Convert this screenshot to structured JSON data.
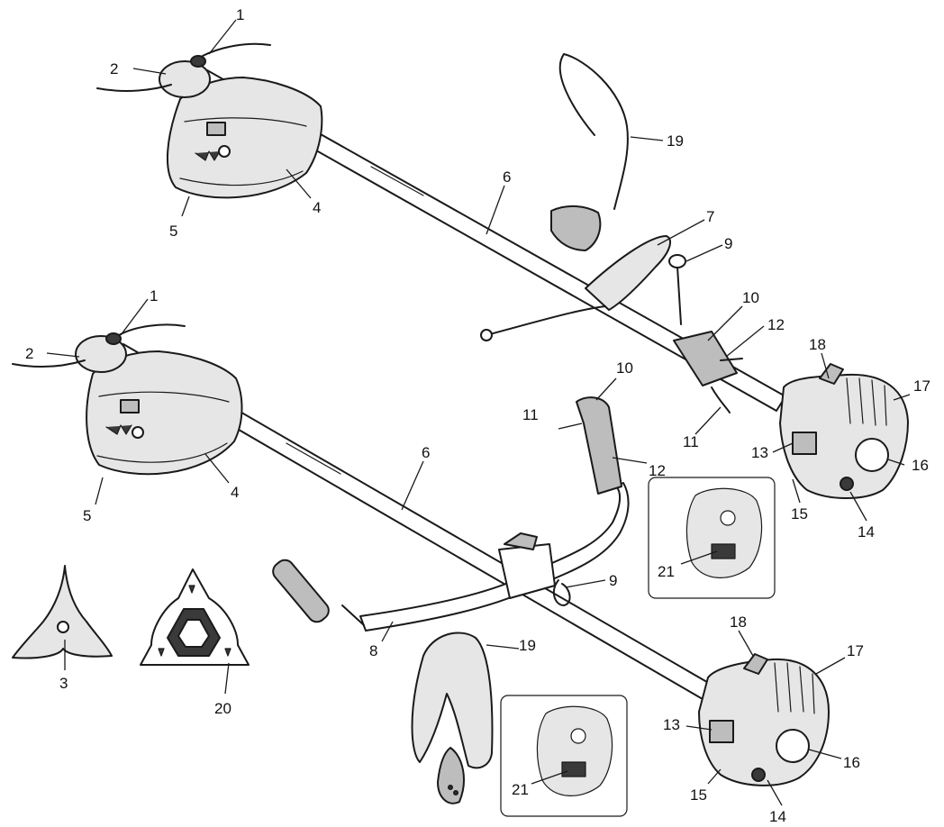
{
  "diagram": {
    "callouts": {
      "top": [
        "1",
        "2",
        "4",
        "5",
        "6",
        "7",
        "9",
        "10",
        "12",
        "11",
        "18",
        "17",
        "13",
        "16",
        "15",
        "14",
        "19",
        "21"
      ],
      "bottom": [
        "1",
        "2",
        "4",
        "5",
        "6",
        "10",
        "11",
        "12",
        "9",
        "8",
        "19",
        "18",
        "17",
        "13",
        "16",
        "15",
        "14",
        "21"
      ],
      "blades": [
        "3",
        "20"
      ]
    }
  }
}
